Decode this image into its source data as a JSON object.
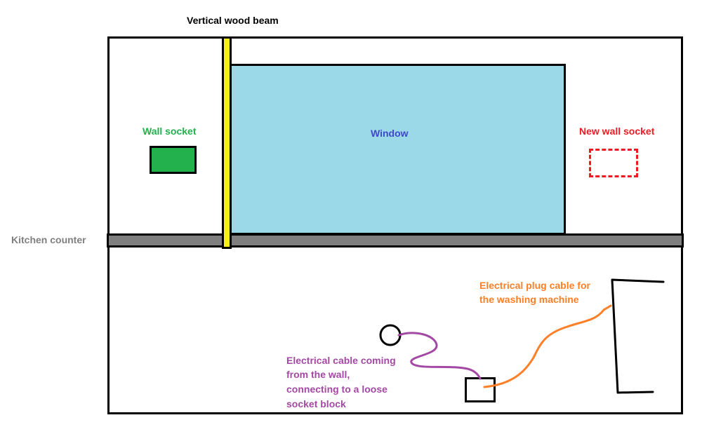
{
  "labels": {
    "beam": "Vertical wood beam",
    "wall_socket": "Wall socket",
    "window": "Window",
    "new_socket": "New wall socket",
    "counter": "Kitchen counter",
    "plug_cable_line1": "Electrical plug cable for",
    "plug_cable_line2": "the washing machine",
    "wall_cable_line1": "Electrical cable coming",
    "wall_cable_line2": "from the wall,",
    "wall_cable_line3": "connecting to a loose",
    "wall_cable_line4": "socket block"
  },
  "colors": {
    "outline": "#000000",
    "beam": "#f5ee1d",
    "window": "#9bd8e8",
    "wall_socket": "#22b14c",
    "new_socket": "#ed1c24",
    "counter": "#7f7f7f",
    "counter_label": "#7f7f7f",
    "window_label": "#3f48cc",
    "plug_cable": "#ff7f27",
    "wall_cable": "#a349a4"
  }
}
